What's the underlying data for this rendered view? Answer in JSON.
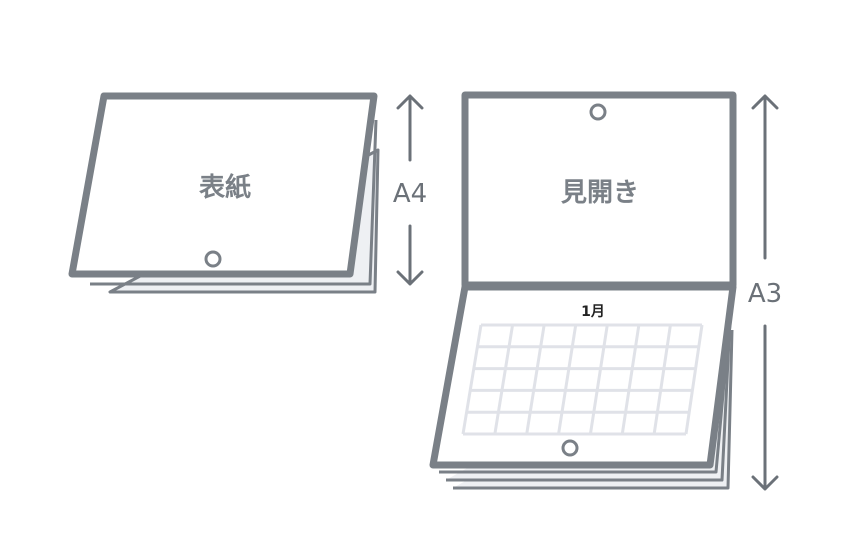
{
  "cover": {
    "label": "表紙",
    "size_label": "A4"
  },
  "spread": {
    "label": "見開き",
    "month_label": "1月",
    "size_label": "A3"
  },
  "colors": {
    "outline": "#7a8087",
    "grid": "#e0e2e8",
    "page_fill": "#eef0f3",
    "arrow": "#6b7178"
  }
}
